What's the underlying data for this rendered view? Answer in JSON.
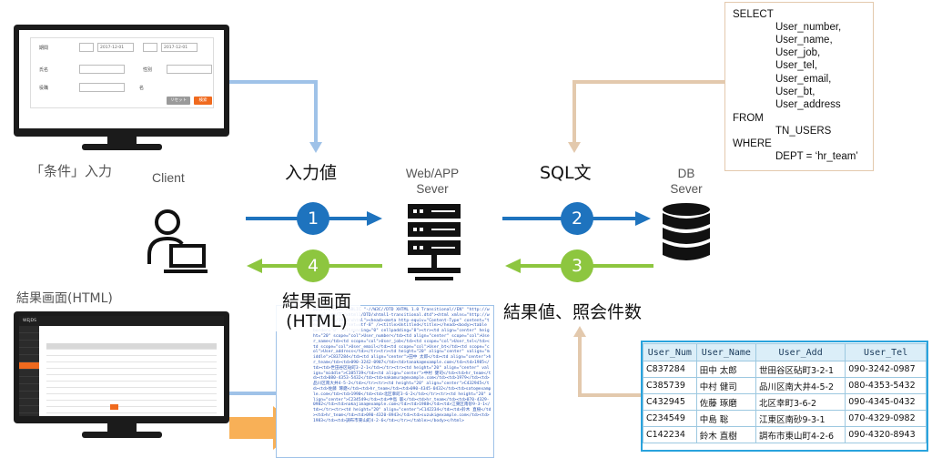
{
  "client_screen": {
    "labels": {
      "period": "期間",
      "name": "氏名",
      "gender": "性別",
      "position": "役職"
    },
    "date_from": "2017-12-01",
    "date_to": "2017-12-01",
    "unit": "名",
    "reset_label": "リセット",
    "search_label": "検索"
  },
  "result_screen": {
    "logo": "WEJDS"
  },
  "labels": {
    "condition_input": "「条件」入力",
    "client": "Client",
    "result_screen": "結果画面(HTML)",
    "input_value": "入力値",
    "web_app_server": "Web/APP\nSever",
    "sql_text": "SQL文",
    "db_server": "DB\nSever",
    "result_html_line1": "結果画面",
    "result_html_line2": "(HTML)",
    "result_count": "結果値、照会件数"
  },
  "steps": [
    "1",
    "2",
    "3",
    "4"
  ],
  "sql": {
    "select": "SELECT",
    "columns": [
      "User_number,",
      "User_name,",
      "User_job,",
      "User_tel,",
      "User_email,",
      "User_bt,",
      "User_address"
    ],
    "from": "FROM",
    "table": "TN_USERS",
    "where": "WHERE",
    "condition": "DEPT = ‘hr_team’"
  },
  "html_code": "DOCTYPE html PUBLIC \"-//W3C//DTD XHTML 1.0 Transitional//EN\" \"http://www.w3.org/TR/xhtml1/DTD/xhtml1-transitional.dtd\"><html xmlns=\"http://www.w3.org/1999/xhtml\"><head><meta http-equiv=\"Content-Type\" content=\"text/html; charset=utf-8\" /><title>Untitled</title></head><body><table border=\"0\" cellspacing=\"0\" cellpadding=\"0\"><tr><td align=\"center\" height=\"20\" scope=\"col\">User_number</td><td align=\"center\" scope=\"col\">User_name</td><td scope=\"col\">User_job</td><td scope=\"col\">User_tel</td><td scope=\"col\">User_email</td><td scope=\"col\">User_bt</td><td scope=\"col\">User_address</td></tr><tr><td height=\"20\" align=\"center\" valign=\"middle\">C837284</td><td align=\"center\">田中 太郎</td><td align=\"center\">hr_team</td><td>090-3242-0987</td><td>tanaka@example.com</td><td>1985</td><td>世田谷区砧町3-2-1</td></tr><tr><td height=\"20\" align=\"center\" valign=\"middle\">C385739</td><td align=\"center\">中村 健司</td><td>hr_team</td><td>080-4353-5432</td><td>nakamura@example.com</td><td>1979</td><td>品川区南大井4-5-2</td></tr><tr><td height=\"20\" align=\"center\">C432945</td><td>佐藤 琢磨</td><td>hr_team</td><td>090-4345-0432</td><td>sato@example.com</td><td>1990</td><td>北区幸町3-6-2</td></tr><tr><td height=\"20\" align=\"center\">C234549</td><td>中島 聡</td><td>hr_team</td><td>070-4329-0982</td><td>nakajima@example.com</td><td>1988</td><td>江東区南砂9-3-1</td></tr><tr><td height=\"20\" align=\"center\">C142234</td><td>鈴木 直樹</td><td>hr_team</td><td>090-4320-8943</td><td>suzuki@example.com</td><td>1983</td><td>調布市東山町4-2-6</td></tr></table></body></html>",
  "result_table": {
    "headers": [
      "User_Num",
      "User_Name",
      "User_Add",
      "User_Tel"
    ],
    "rows": [
      [
        "C837284",
        "田中 太郎",
        "世田谷区砧町3-2-1",
        "090-3242-0987"
      ],
      [
        "C385739",
        "中村 健司",
        "品川区南大井4-5-2",
        "080-4353-5432"
      ],
      [
        "C432945",
        "佐藤 琢磨",
        "北区幸町3-6-2",
        "090-4345-0432"
      ],
      [
        "C234549",
        "中島 聡",
        "江東区南砂9-3-1",
        "070-4329-0982"
      ],
      [
        "C142234",
        "鈴木 直樹",
        "調布市東山町4-2-6",
        "090-4320-8943"
      ]
    ]
  },
  "colors": {
    "blue": "#1e73be",
    "green": "#8dc63f",
    "light_blue": "#9fc2e8",
    "tan": "#e3c9ad",
    "orange": "#f7a23a"
  }
}
